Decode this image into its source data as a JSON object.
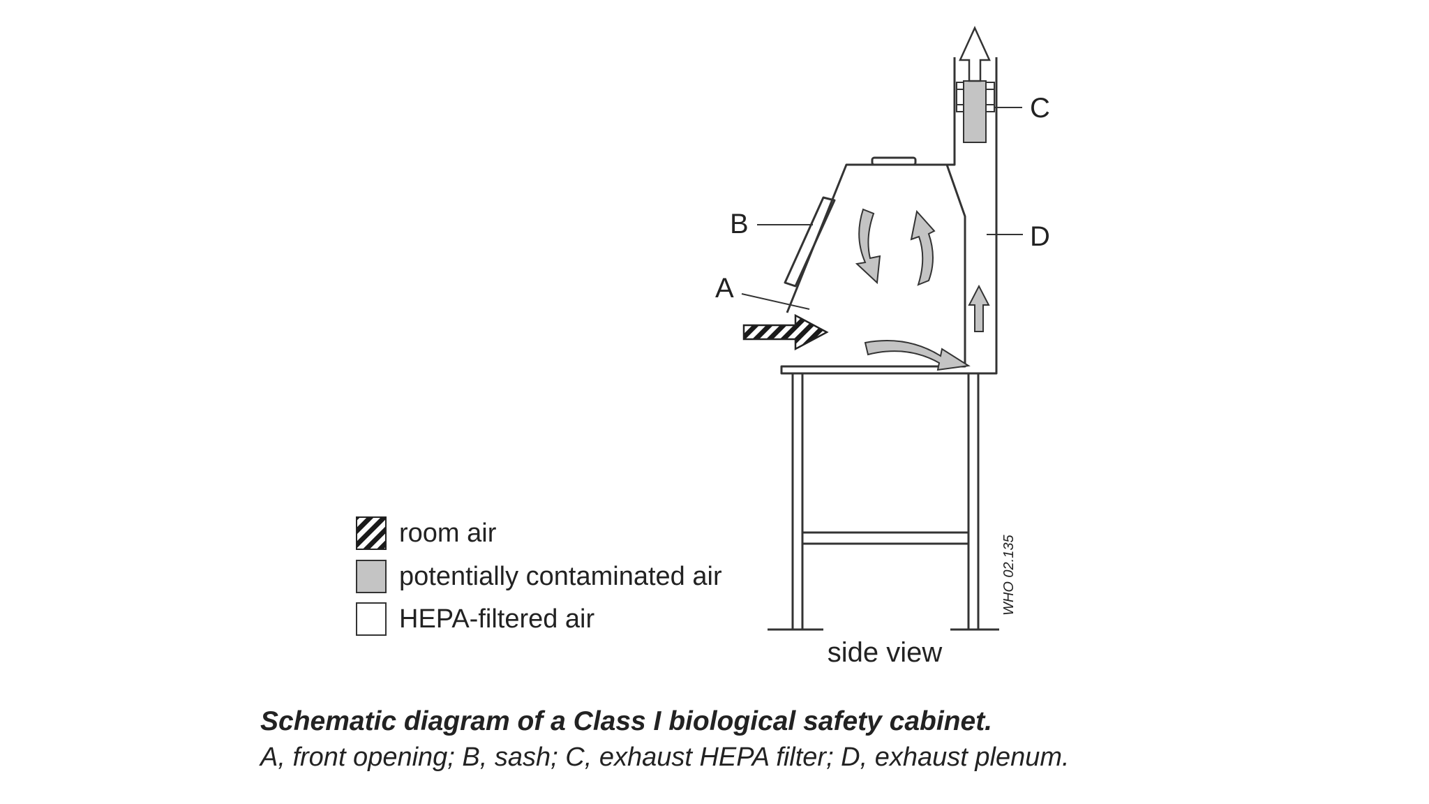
{
  "labels": {
    "a": "A",
    "b": "B",
    "c": "C",
    "d": "D"
  },
  "legend": {
    "items": [
      {
        "label": "room air",
        "swatch": "hatched"
      },
      {
        "label": "potentially contaminated air",
        "swatch": "gray"
      },
      {
        "label": "HEPA-filtered air",
        "swatch": "white"
      }
    ]
  },
  "view_label": "side view",
  "figure_code": "WHO 02.135",
  "caption": {
    "title": "Schematic diagram of a Class I biological safety cabinet.",
    "body": "A, front opening; B, sash; C, exhaust HEPA filter; D, exhaust plenum."
  },
  "colors": {
    "line": "#333333",
    "contaminated_fill": "#c4c4c4",
    "hepa_fill": "#ffffff",
    "text": "#222222"
  }
}
